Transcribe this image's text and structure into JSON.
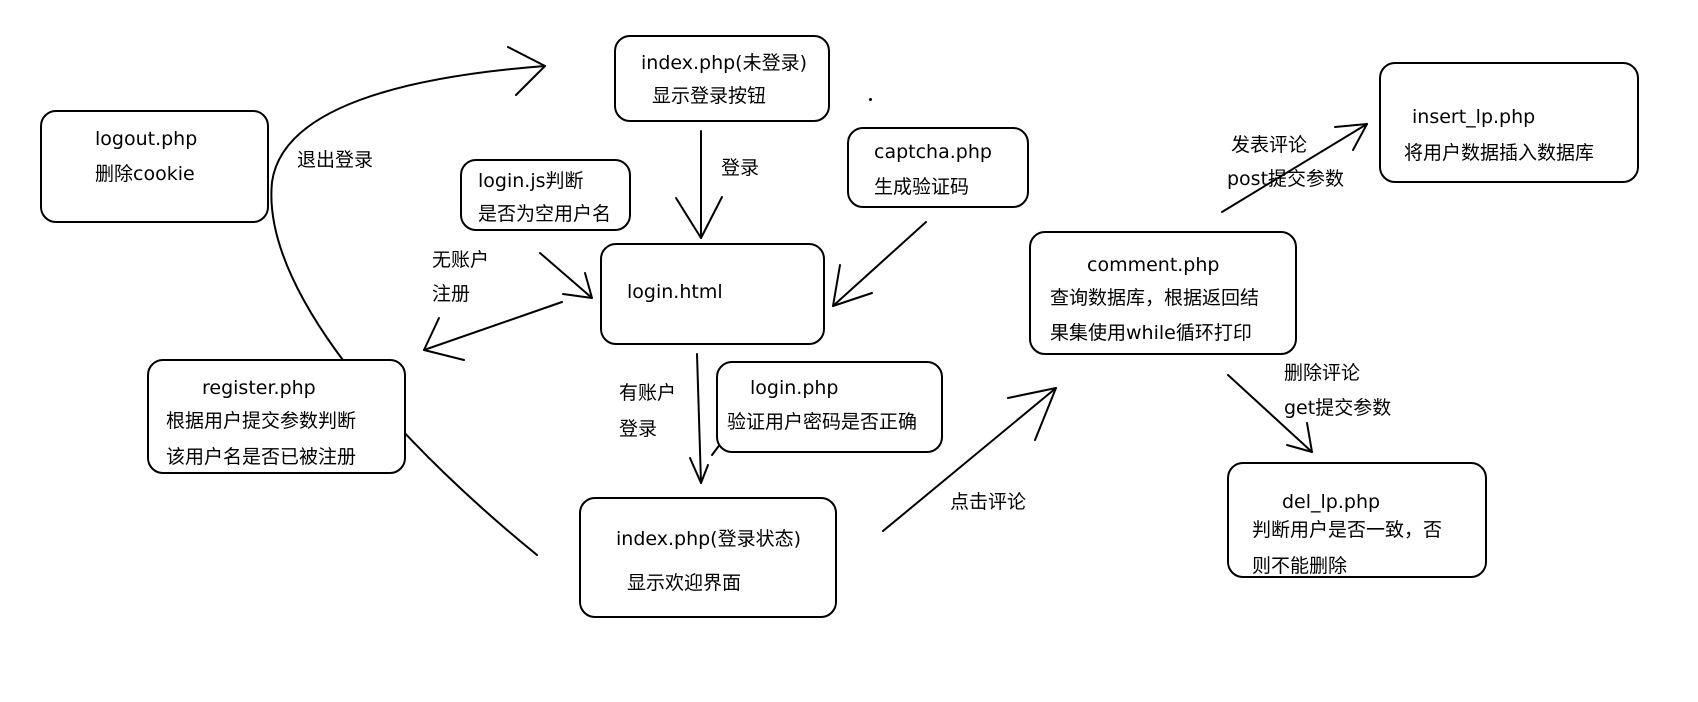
{
  "nodes": {
    "index_logged_out": {
      "title": "index.php(未登录)",
      "desc": "显示登录按钮"
    },
    "logout": {
      "title": "logout.php",
      "desc": "删除cookie"
    },
    "login_js": {
      "line1": "login.js判断",
      "line2": "是否为空用户名"
    },
    "captcha": {
      "title": "captcha.php",
      "desc": "生成验证码"
    },
    "login_html": {
      "title": "login.html"
    },
    "register": {
      "title": "register.php",
      "line1": "根据用户提交参数判断",
      "line2": "该用户名是否已被注册"
    },
    "login_php": {
      "title": "login.php",
      "desc": "验证用户密码是否正确"
    },
    "index_logged_in": {
      "title": "index.php(登录状态)",
      "desc": "显示欢迎界面"
    },
    "comment": {
      "title": "comment.php",
      "line1": "查询数据库，根据返回结",
      "line2": "果集使用while循环打印"
    },
    "insert_lp": {
      "title": "insert_lp.php",
      "desc": "将用户数据插入数据库"
    },
    "del_lp": {
      "title": "del_lp.php",
      "line1": "判断用户是否一致，否",
      "line2": "则不能删除"
    }
  },
  "edge_labels": {
    "logout_return": "退出登录",
    "login": "登录",
    "no_account_1": "无账户",
    "no_account_2": "注册",
    "has_account_1": "有账户",
    "has_account_2": "登录",
    "click_comment": "点击评论",
    "post_comment_1": "发表评论",
    "post_comment_2": "post提交参数",
    "delete_comment_1": "删除评论",
    "delete_comment_2": "get提交参数"
  }
}
